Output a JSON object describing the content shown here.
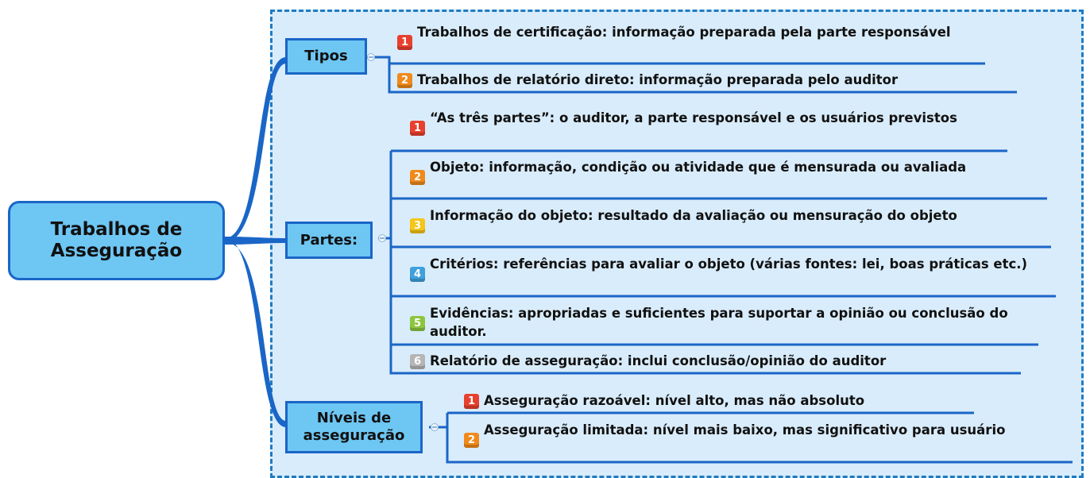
{
  "root": {
    "label": "Trabalhos de Asseguração"
  },
  "branches": [
    {
      "label": "Tipos",
      "items": [
        {
          "num": "1",
          "color": "#e8402e",
          "text": "Trabalhos de certificação: informação preparada pela parte responsável"
        },
        {
          "num": "2",
          "color": "#f08a1c",
          "text": "Trabalhos de relatório direto: informação preparada pelo auditor"
        }
      ]
    },
    {
      "label": "Partes:",
      "items": [
        {
          "num": "1",
          "color": "#e8402e",
          "text": "“As três partes”: o auditor, a parte responsável e os usuários previstos"
        },
        {
          "num": "2",
          "color": "#f08a1c",
          "text": "Objeto: informação, condição ou atividade que é mensurada ou avaliada"
        },
        {
          "num": "3",
          "color": "#f5c518",
          "text": "Informação do objeto: resultado da avaliação ou mensuração do objeto"
        },
        {
          "num": "4",
          "color": "#3fa0dc",
          "text": "Critérios: referências para avaliar o objeto (várias fontes: lei, boas práticas etc.)"
        },
        {
          "num": "5",
          "color": "#8cc63f",
          "text": "Evidências: apropriadas e suficientes para suportar a opinião ou conclusão do auditor."
        },
        {
          "num": "6",
          "color": "#b5b5b5",
          "text": "Relatório de asseguração: inclui conclusão/opinião do auditor"
        }
      ]
    },
    {
      "label": "Níveis de asseguração",
      "items": [
        {
          "num": "1",
          "color": "#e8402e",
          "text": "Asseguração razoável: nível alto, mas não absoluto"
        },
        {
          "num": "2",
          "color": "#f08a1c",
          "text": "Asseguração limitada: nível mais baixo, mas significativo para usuário"
        }
      ]
    }
  ]
}
